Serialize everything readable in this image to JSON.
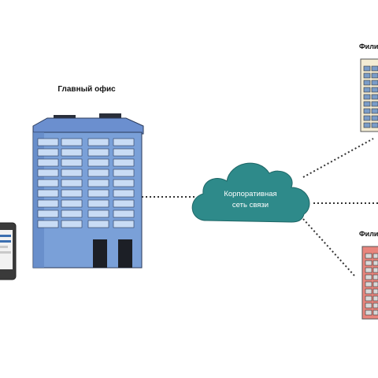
{
  "diagram": {
    "main_office": {
      "label": "Главный офис",
      "color": "#7aa0d8"
    },
    "cloud": {
      "line1": "Корпоративная",
      "line2": "сеть связи",
      "color": "#2e8a8a"
    },
    "branch_top": {
      "label": "Фили",
      "color": "#f3ecd4"
    },
    "branch_bottom": {
      "label": "Фили",
      "color": "#e8857d"
    },
    "device": {
      "icon": "tablet-icon"
    },
    "link_style": "dotted"
  }
}
